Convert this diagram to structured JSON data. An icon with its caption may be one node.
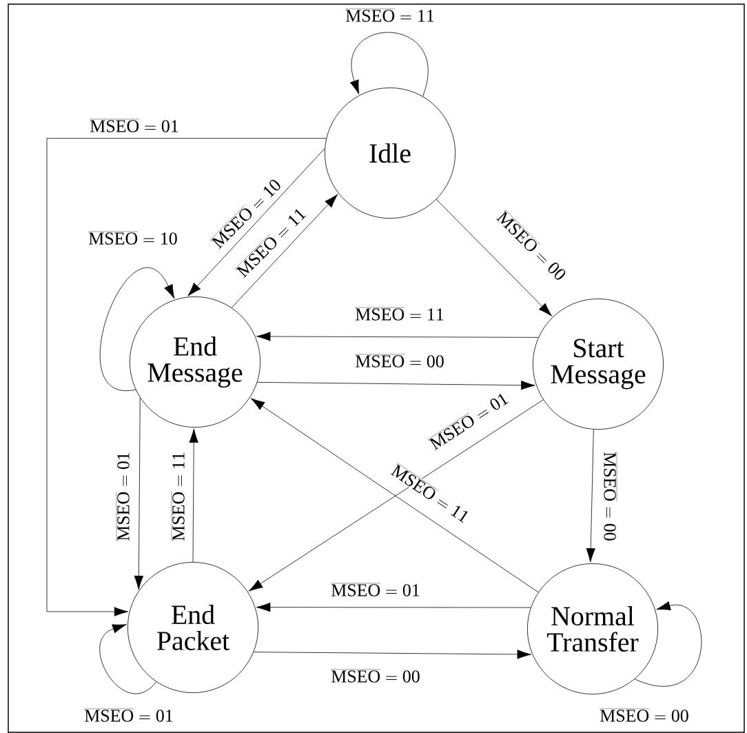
{
  "diagram": {
    "nodes": [
      {
        "text": [
          "Idle"
        ]
      },
      {
        "text": [
          "Start Message"
        ]
      },
      {
        "text": [
          "End Message"
        ]
      },
      {
        "text": [
          "End Packet"
        ]
      },
      {
        "text": [
          "Normal Transfer"
        ]
      }
    ],
    "edges": [
      {
        "from": 0,
        "to": 0,
        "arrow": "to",
        "label": "\\mathrm{\\overline{MSEO} = 11}"
      },
      {
        "from": 0,
        "to": 3,
        "arrow": "to",
        "label": "\\mathrm{\\overline{MSEO} = 01}"
      },
      {
        "from": 0,
        "to": 2,
        "arrow": "to",
        "label": "\\mathrm{\\overline{MSEO} = 10}"
      },
      {
        "from": 2,
        "to": 0,
        "arrow": "to",
        "label": "\\mathrm{\\overline{MSEO} = 11}"
      },
      {
        "from": 0,
        "to": 1,
        "arrow": "to",
        "label": "\\mathrm{\\overline{MSEO} = 00}"
      },
      {
        "from": 2,
        "to": 2,
        "arrow": "to",
        "label": "\\mathrm{\\overline{MSEO} = 10}"
      },
      {
        "from": 1,
        "to": 2,
        "arrow": "to",
        "label": "\\mathrm{\\overline{MSEO} = 11}"
      },
      {
        "from": 2,
        "to": 1,
        "arrow": "to",
        "label": "\\mathrm{\\overline{MSEO} = 00}"
      },
      {
        "from": 1,
        "to": 3,
        "arrow": "to",
        "label": "\\mathrm{\\overline{MSEO} = 01}"
      },
      {
        "from": 1,
        "to": 4,
        "arrow": "to",
        "label": "\\mathrm{\\overline{MSEO} = 00}"
      },
      {
        "from": 4,
        "to": 2,
        "arrow": "to",
        "label": "\\mathrm{\\overline{MSEO} = 11}"
      },
      {
        "from": 2,
        "to": 3,
        "arrow": "to",
        "label": "\\mathrm{\\overline{MSEO} = 01}"
      },
      {
        "from": 3,
        "to": 2,
        "arrow": "to",
        "label": "\\mathrm{\\overline{MSEO} = 11}"
      },
      {
        "from": 4,
        "to": 3,
        "arrow": "to",
        "label": "\\mathrm{\\overline{MSEO} = 01}"
      },
      {
        "from": 3,
        "to": 4,
        "arrow": "to",
        "label": "\\mathrm{\\overline{MSEO} = 00}"
      },
      {
        "from": 3,
        "to": 3,
        "arrow": "to",
        "label": "\\mathrm{\\overline{MSEO} = 01}"
      },
      {
        "from": 4,
        "to": 4,
        "arrow": "to",
        "label": "\\mathrm{\\overline{MSEO} = 00}"
      }
    ]
  }
}
